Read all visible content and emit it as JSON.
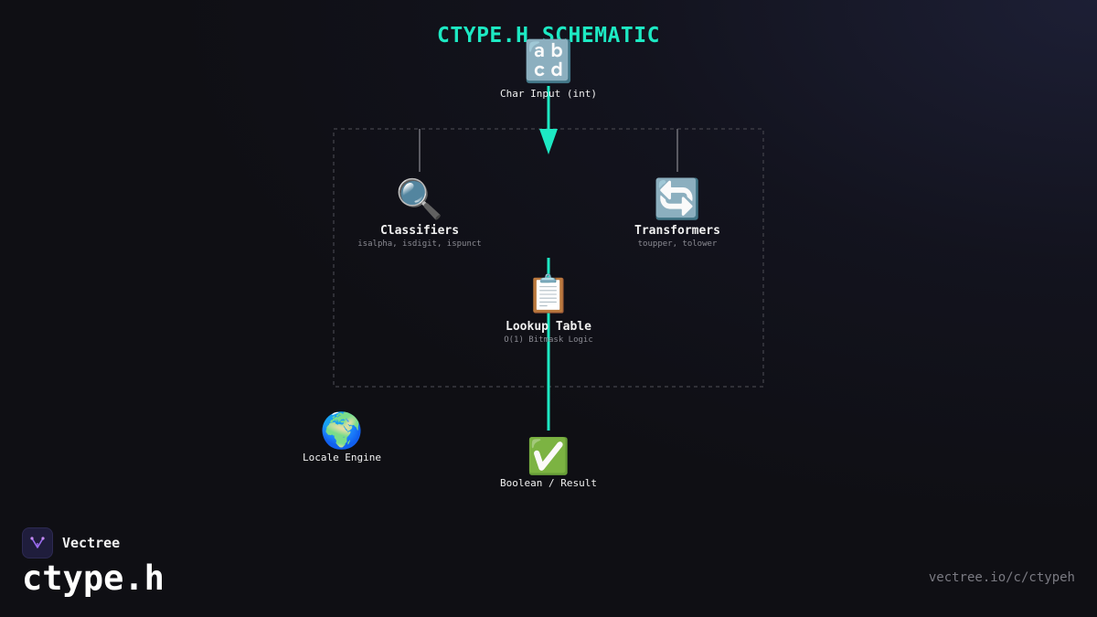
{
  "diagram": {
    "title": "CTYPE.H SCHEMATIC",
    "nodes": {
      "input": {
        "icon": "🔡",
        "icon_name": "abcd-input-icon",
        "label": "Char Input (int)"
      },
      "classifiers": {
        "icon": "🔍",
        "icon_name": "magnifier-icon",
        "label": "Classifiers",
        "sub": "isalpha, isdigit, ispunct"
      },
      "transformers": {
        "icon": "🔄",
        "icon_name": "refresh-arrows-icon",
        "label": "Transformers",
        "sub": "toupper, tolower"
      },
      "lookup": {
        "icon": "📋",
        "icon_name": "clipboard-icon",
        "label": "Lookup Table",
        "sub": "O(1) Bitmask Logic"
      },
      "locale": {
        "icon": "🌍",
        "icon_name": "globe-icon",
        "label": "Locale Engine"
      },
      "result": {
        "icon": "✅",
        "icon_name": "check-mark-icon",
        "label": "Boolean / Result"
      }
    },
    "colors": {
      "accent": "#1de9c3",
      "connector": "#5a5a62",
      "box_border": "#3a3a42"
    }
  },
  "footer": {
    "brand": "Vectree",
    "page_title": "ctype.h",
    "url": "vectree.io/c/ctypeh"
  }
}
